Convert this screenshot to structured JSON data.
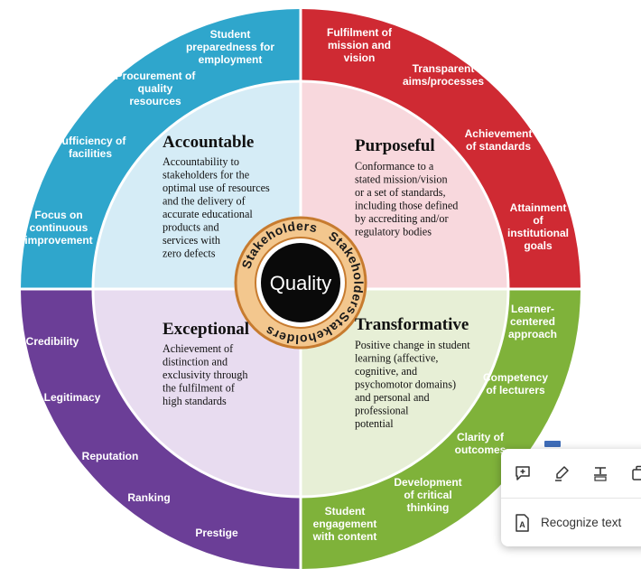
{
  "diagram": {
    "center": {
      "label": "Quality"
    },
    "ring": {
      "label": "Stakeholders"
    },
    "quadrants": [
      {
        "title": "Accountable",
        "body": [
          "Accountability to",
          "stakeholders for the",
          "optimal use of resources",
          "and the delivery of",
          "accurate educational",
          "products and",
          "services with",
          "zero defects"
        ],
        "color": "#2fa6cc",
        "fill": "#d5ecf6"
      },
      {
        "title": "Purposeful",
        "body": [
          "Conformance to a",
          "stated mission/vision",
          "or a set of standards,",
          "including those defined",
          "by accrediting and/or",
          "regulatory bodies"
        ],
        "color": "#cf2a33",
        "fill": "#f8d8dd"
      },
      {
        "title": "Exceptional",
        "body": [
          "Achievement of",
          "distinction and",
          "exclusivity through",
          "the fulfilment of",
          "high standards"
        ],
        "color": "#6b3e97",
        "fill": "#e8dcf0"
      },
      {
        "title": "Transformative",
        "body": [
          "Positive change in student",
          "learning (affective,",
          "cognitive, and",
          "psychomotor domains)",
          "and personal and",
          "professional",
          "potential"
        ],
        "color": "#7fb23a",
        "fill": "#e7efd6"
      }
    ],
    "outer_labels": {
      "accountable": [
        [
          "Student",
          "preparedness for",
          "employment"
        ],
        [
          "Procurement of",
          "quality",
          "resources"
        ],
        [
          "Sufficiency of",
          "facilities"
        ],
        [
          "Focus on",
          "continuous",
          "improvement"
        ]
      ],
      "purposeful": [
        [
          "Fulfilment of",
          "mission and",
          "vision"
        ],
        [
          "Transparent",
          "aims/processes"
        ],
        [
          "Achievement",
          "of standards"
        ],
        [
          "Attainment",
          "of",
          "institutional",
          "goals"
        ]
      ],
      "exceptional": [
        [
          "Credibility"
        ],
        [
          "Legitimacy"
        ],
        [
          "Reputation"
        ],
        [
          "Ranking"
        ],
        [
          "Prestige"
        ]
      ],
      "transformative": [
        [
          "Learner-",
          "centered",
          "approach"
        ],
        [
          "Competency",
          "of lecturers"
        ],
        [
          "Clarity of",
          "outcomes"
        ],
        [
          "Development",
          "of critical",
          "thinking"
        ],
        [
          "Student",
          "engagement",
          "with content"
        ]
      ]
    }
  },
  "toolbar": {
    "tools": [
      {
        "icon": "add-comment-icon"
      },
      {
        "icon": "highlighter-icon"
      },
      {
        "icon": "text-strikethrough-icon"
      },
      {
        "icon": "copy-icon"
      }
    ],
    "recognize_text_label": "Recognize text",
    "recognize_text_icon": "recognize-text-icon",
    "accent_color": "#3f6db8"
  }
}
